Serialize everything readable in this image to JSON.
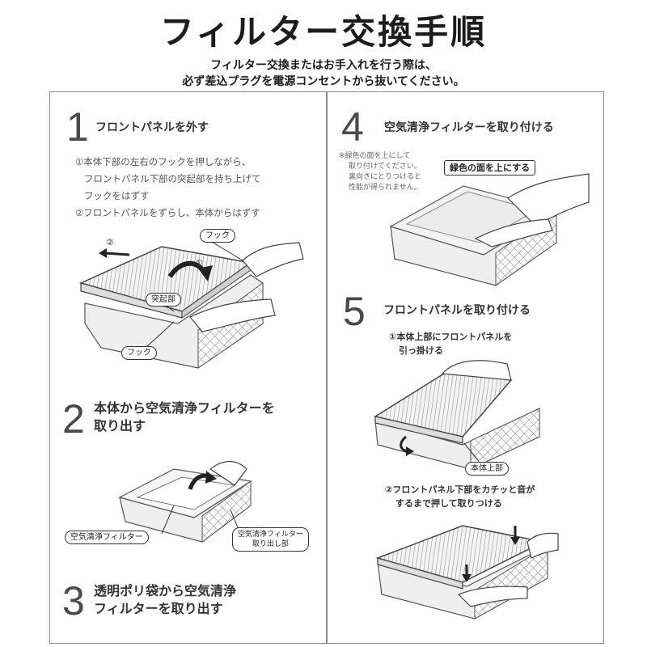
{
  "header": {
    "title": "フィルター交換手順",
    "notice_line1": "フィルター交換またはお手入れを行う際は、",
    "notice_line2": "必ず差込プラグを電源コンセントから抜いてください。"
  },
  "steps": [
    {
      "number": "1",
      "title": "フロントパネルを外す",
      "instructions": [
        "①本体下部の左右のフックを押しながら、",
        "フロントパネル下部の突起部を持ち上げて",
        "フックをはずす",
        "②フロントパネルをずらし、本体からはずす"
      ],
      "callouts": {
        "hook_top": "フック",
        "protrusion": "突起部",
        "hook_bottom": "フック",
        "mark1": "①",
        "mark2": "②"
      }
    },
    {
      "number": "2",
      "title_lines": [
        "本体から空気清浄フィルターを",
        "取り出す"
      ],
      "callouts": {
        "filter": "空気清浄フィルター",
        "takeout_line1": "空気清浄フィルター",
        "takeout_line2": "取り出し部"
      }
    },
    {
      "number": "3",
      "title_lines": [
        "透明ポリ袋から空気清浄",
        "フィルターを取り出す"
      ]
    },
    {
      "number": "4",
      "title": "空気清浄フィルターを取り付ける",
      "note_lines": [
        "※緑色の面を上にして",
        "取り付けてください。",
        "裏向きにとりつけると",
        "性能が得られません。"
      ],
      "callout": "緑色の面を上にする"
    },
    {
      "number": "5",
      "title": "フロントパネルを取り付ける",
      "sub1_lines": [
        "①本体上部にフロントパネルを",
        "引っ掛ける"
      ],
      "callout_top": "本体上部",
      "sub2_lines": [
        "②フロントパネル下部をカチッと音が",
        "するまで押して取りつける"
      ]
    }
  ]
}
